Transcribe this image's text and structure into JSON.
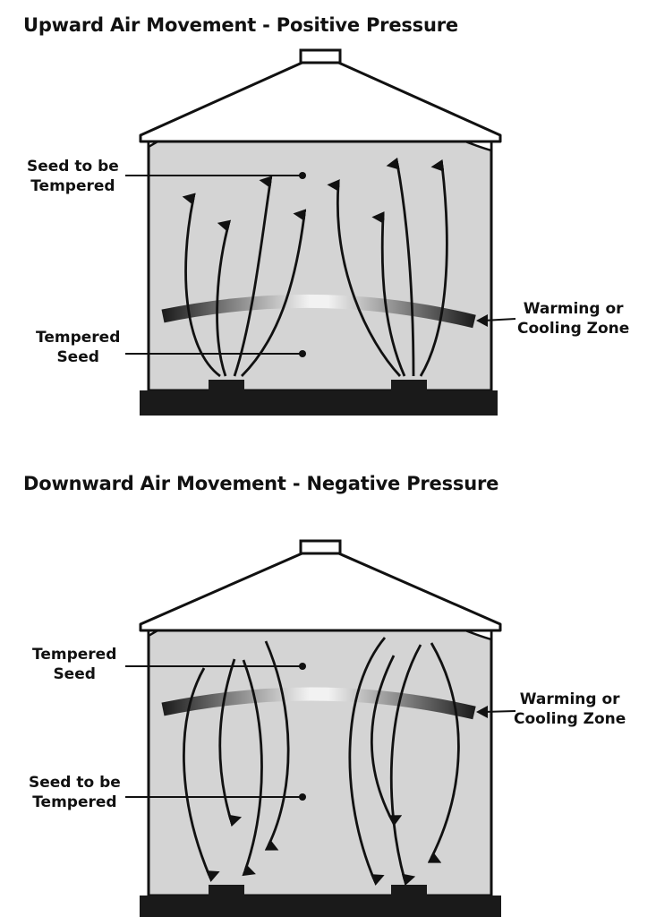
{
  "panels": [
    {
      "title": "Upward Air Movement - Positive Pressure",
      "upper_label": [
        "Seed to be",
        "Tempered"
      ],
      "lower_label": [
        "Tempered",
        "Seed"
      ],
      "zone_label": [
        "Warming or",
        "Cooling Zone"
      ],
      "airflow": "up"
    },
    {
      "title": "Downward Air Movement - Negative Pressure",
      "upper_label": [
        "Tempered",
        "Seed"
      ],
      "lower_label": [
        "Seed to be",
        "Tempered"
      ],
      "zone_label": [
        "Warming or",
        "Cooling Zone"
      ],
      "airflow": "down"
    }
  ],
  "colors": {
    "bin_fill": "#d4d4d4",
    "outline": "#111111",
    "floor": "#1a1a1a"
  }
}
